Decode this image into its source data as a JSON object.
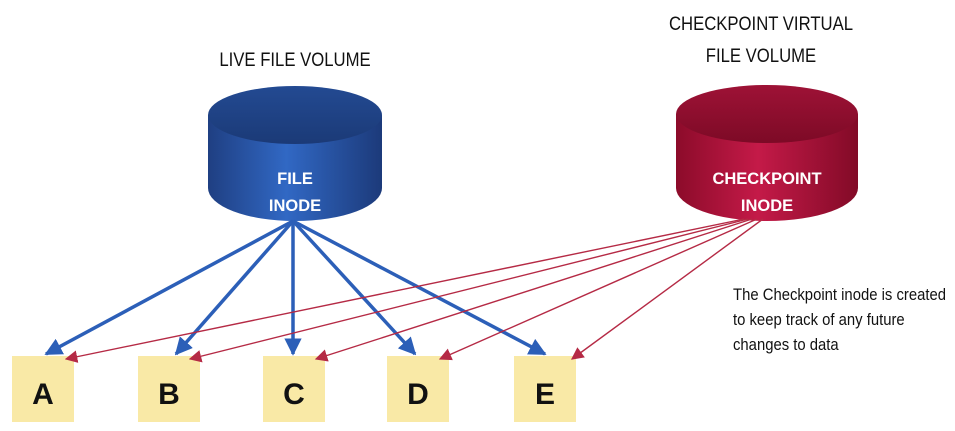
{
  "live_volume": {
    "title": "LIVE FILE VOLUME",
    "label_line1": "FILE",
    "label_line2": "INODE",
    "color": "#2f5fb3"
  },
  "checkpoint_volume": {
    "title_line1": "CHECKPOINT VIRTUAL",
    "title_line2": "FILE VOLUME",
    "label_line1": "CHECKPOINT",
    "label_line2": "INODE",
    "color": "#b3103a"
  },
  "blocks": [
    {
      "label": "A"
    },
    {
      "label": "B"
    },
    {
      "label": "C"
    },
    {
      "label": "D"
    },
    {
      "label": "E"
    }
  ],
  "caption": {
    "line1": "The Checkpoint inode is created",
    "line2": "to keep track of any future",
    "line3": "changes to data"
  },
  "colors": {
    "block_fill": "#f9e9a6",
    "live_arrow": "#2c5fb8",
    "checkpoint_arrow": "#b52a45"
  }
}
